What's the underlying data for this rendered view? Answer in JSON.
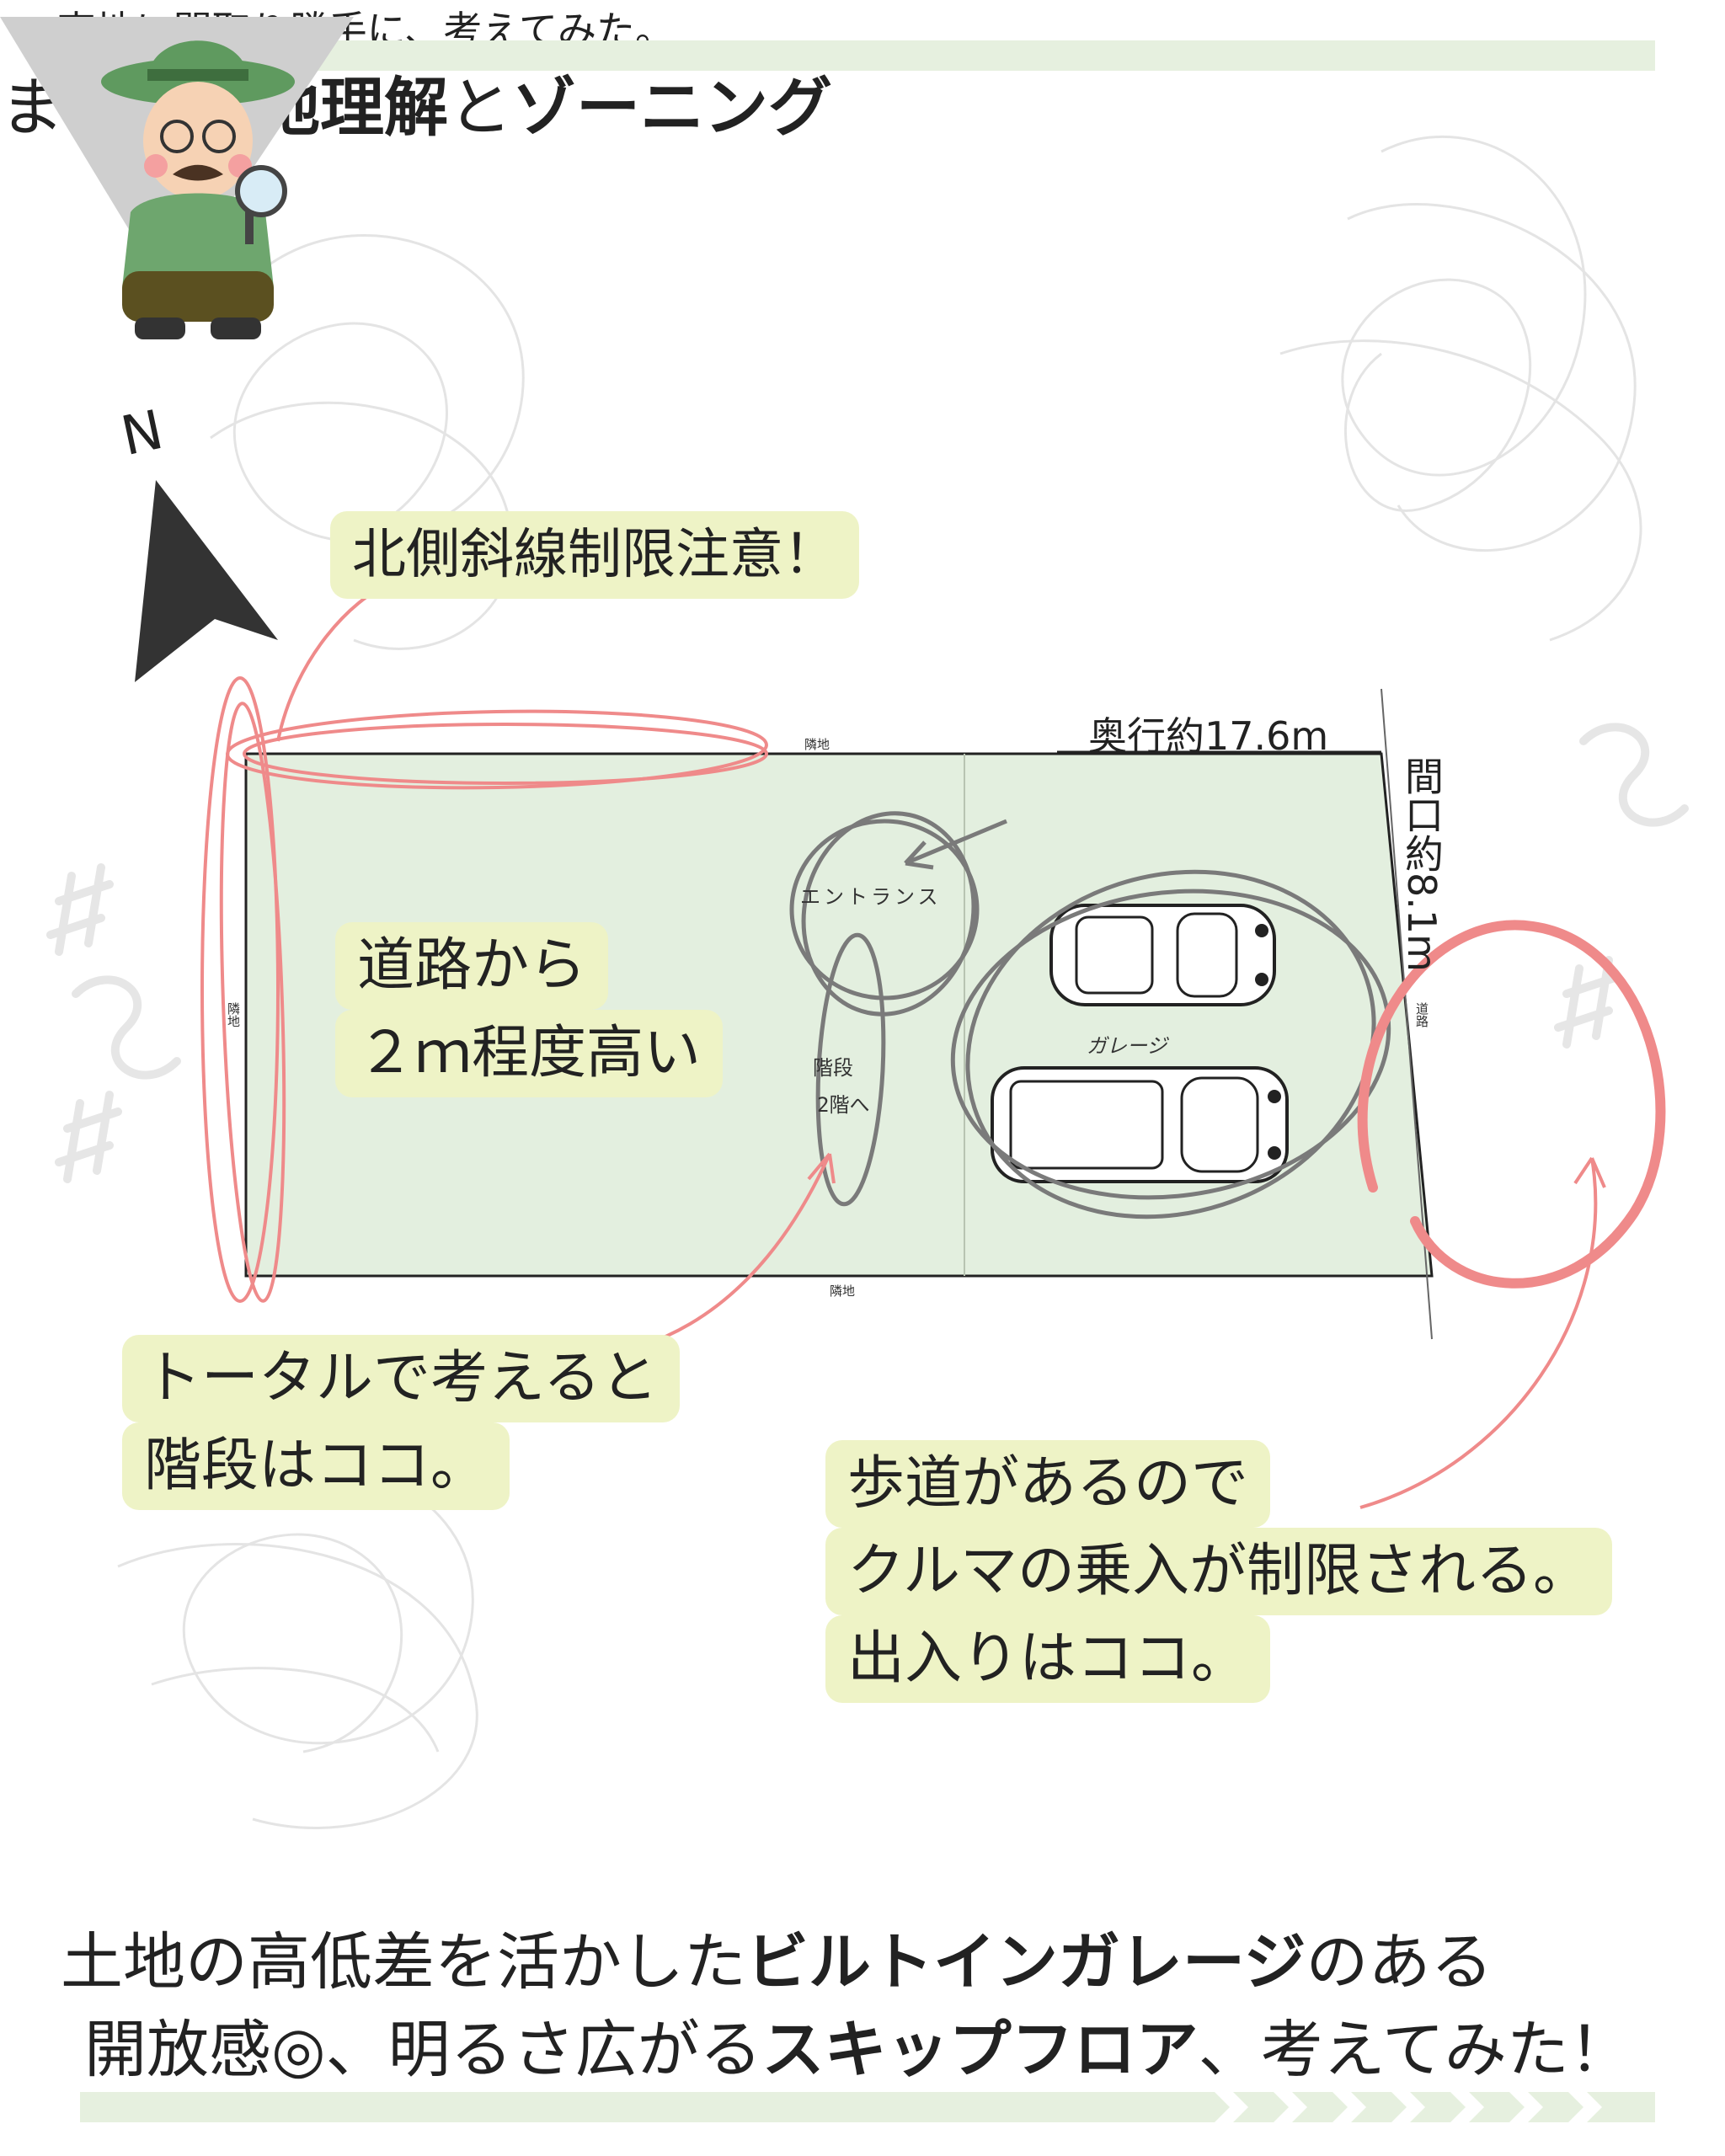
{
  "header": {
    "caption": "売地に間取り勝手に、考えてみた。",
    "title_parts": [
      "まずは",
      "土地理解",
      "と",
      "ゾーニング"
    ]
  },
  "compass": {
    "letter": "N"
  },
  "plan": {
    "depth_label": "奥行約17.6m",
    "frontage_label": "間口約8.1m",
    "neighbor_label": "隣地",
    "road_label": "道路",
    "entrance_label": "エントランス",
    "stairs_label": "階段",
    "stairs_sub_label": "2階へ",
    "garage_label": "ガレージ"
  },
  "notes": {
    "north": "北側斜線制限注意！",
    "height": [
      "道路から",
      "２ｍ程度高い"
    ],
    "stairs": [
      "トータルで考えると",
      "階段はココ。"
    ],
    "car": [
      "歩道があるので",
      "クルマの乗入が制限される。",
      "出入りはココ。"
    ]
  },
  "footer": {
    "line1_parts": [
      "土地の高低差を活かした",
      "ビルトインガレージ",
      "のある"
    ],
    "line2_parts": [
      "開放感◎、明るさ広がる",
      "スキップフロア",
      "、考えてみた！"
    ]
  },
  "colors": {
    "band": "#e6f0df",
    "note_bg": "#eef3c6",
    "plan_fill": "#e3efdf",
    "red_ink": "#ef8a8a",
    "grey_ink": "#7a7a7a"
  }
}
